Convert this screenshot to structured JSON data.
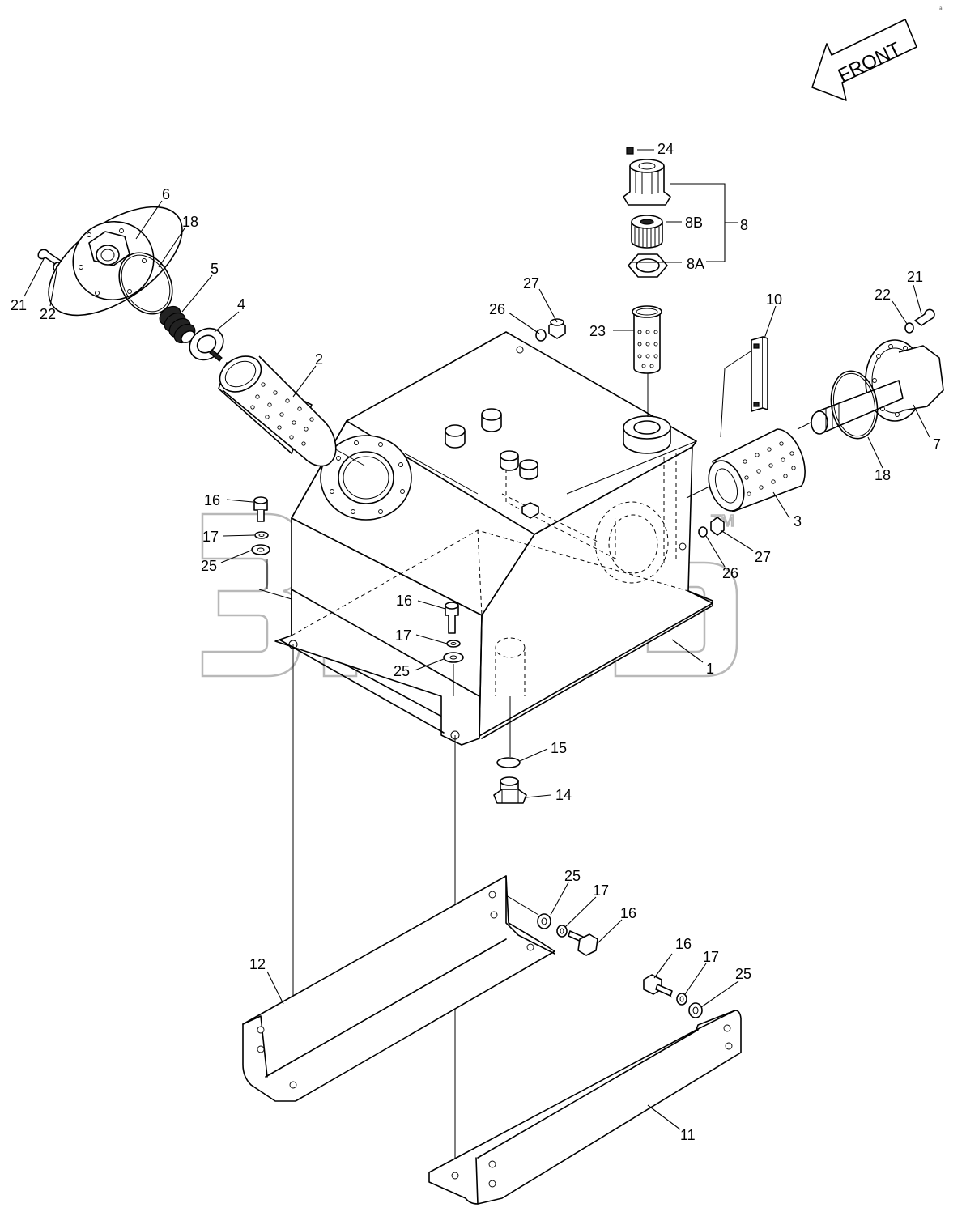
{
  "direction_label": "FRONT",
  "watermark_tm": "TM",
  "corner_mark": "a",
  "callouts": {
    "c24": "24",
    "c8B": "8B",
    "c8": "8",
    "c8A": "8A",
    "c23": "23",
    "c27_top": "27",
    "c26_top": "26",
    "c10": "10",
    "c22_right": "22",
    "c21_right": "21",
    "c7": "7",
    "c18_right": "18",
    "c3": "3",
    "c27_right": "27",
    "c26_right": "26",
    "c6": "6",
    "c18_left": "18",
    "c5": "5",
    "c4": "4",
    "c2": "2",
    "c21_left": "21",
    "c22_left": "22",
    "c16_a": "16",
    "c17_a": "17",
    "c25_a": "25",
    "c16_b": "16",
    "c17_b": "17",
    "c25_b": "25",
    "c1": "1",
    "c15": "15",
    "c14": "14",
    "c25_c": "25",
    "c17_c": "17",
    "c16_c": "16",
    "c12": "12",
    "c16_d": "16",
    "c17_d": "17",
    "c25_d": "25",
    "c11": "11"
  },
  "icons": {
    "front_arrow": "front-arrow-icon"
  }
}
